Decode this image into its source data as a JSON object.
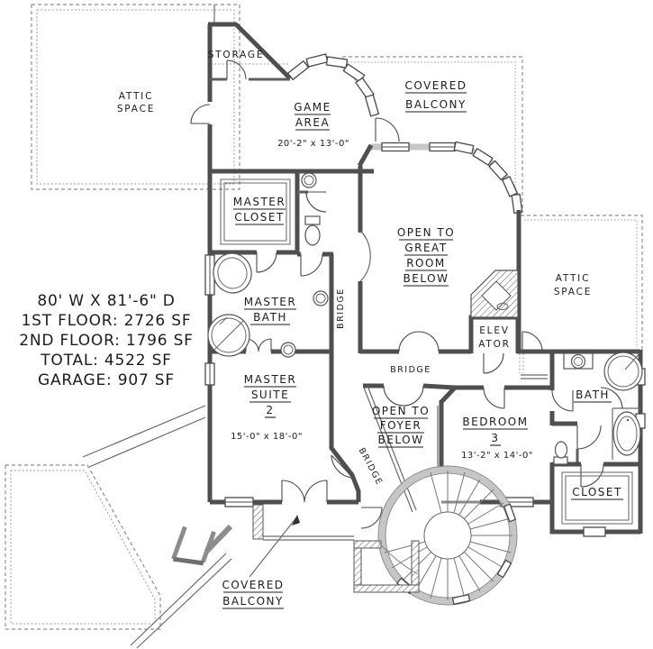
{
  "info_block": {
    "line1": "80' W X 81'-6\" D",
    "line2": "1ST FLOOR: 2726 SF",
    "line3": "2ND FLOOR: 1796 SF",
    "line4": "TOTAL: 4522 SF",
    "line5": "GARAGE: 907 SF"
  },
  "labels": {
    "attic_left_1": "ATTIC",
    "attic_left_2": "SPACE",
    "storage": "STORAGE",
    "game_1": "GAME",
    "game_2": "AREA",
    "game_dim": "20'-2\" x 13'-0\"",
    "balcony_top_1": "COVERED",
    "balcony_top_2": "BALCONY",
    "master_closet_1": "MASTER",
    "master_closet_2": "CLOSET",
    "great_1": "OPEN TO",
    "great_2": "GREAT",
    "great_3": "ROOM",
    "great_4": "BELOW",
    "attic_right_1": "ATTIC",
    "attic_right_2": "SPACE",
    "master_bath_1": "MASTER",
    "master_bath_2": "BATH",
    "bridge_vertical": "BRIDGE",
    "bridge_horizontal": "BRIDGE",
    "bridge_diagonal": "BRIDGE",
    "elevator_1": "ELEV",
    "elevator_2": "ATOR",
    "bath": "BATH",
    "master_suite_1": "MASTER",
    "master_suite_2": "SUITE",
    "master_suite_3": "2",
    "master_suite_dim": "15'-0\" x 18'-0\"",
    "foyer_1": "OPEN TO",
    "foyer_2": "FOYER",
    "foyer_3": "BELOW",
    "bedroom_1": "BEDROOM",
    "bedroom_2": "3",
    "bedroom_dim": "13'-2\" x 14'-0\"",
    "closet": "CLOSET",
    "balcony_bottom_1": "COVERED",
    "balcony_bottom_2": "BALCONY"
  },
  "colors": {
    "wall": "#4f4f4f",
    "line": "#6a6a6a",
    "dashed": "#8f8f8f",
    "text": "#1c1c1c",
    "background": "#ffffff",
    "window_band": "#c6c6c6"
  }
}
